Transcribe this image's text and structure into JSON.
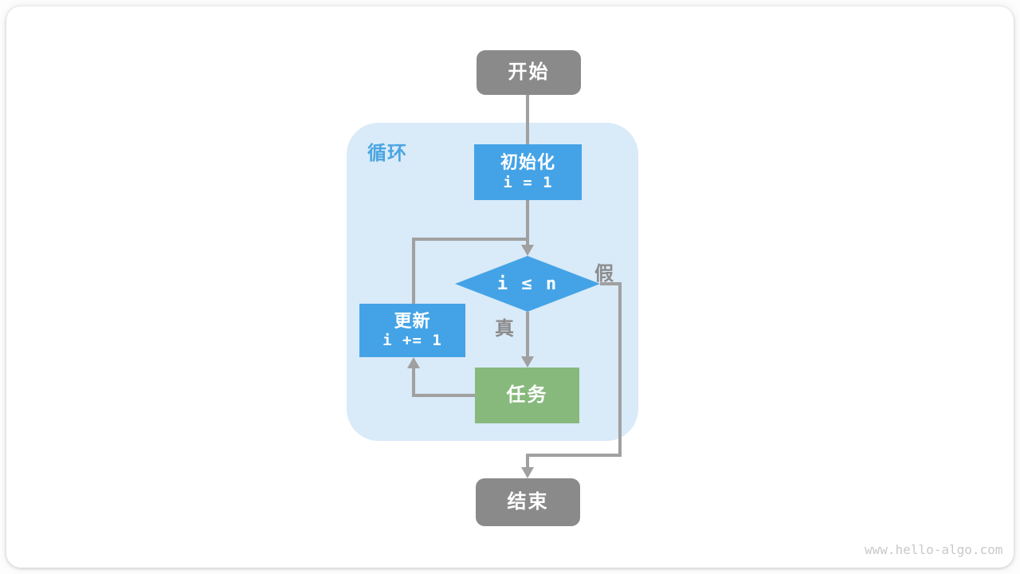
{
  "diagram": {
    "loop_label": "循环",
    "nodes": {
      "start": {
        "label": "开始"
      },
      "init": {
        "title": "初始化",
        "code": "i = 1"
      },
      "condition": {
        "label": "i ≤ n"
      },
      "update": {
        "title": "更新",
        "code": "i += 1"
      },
      "task": {
        "label": "任务"
      },
      "end": {
        "label": "结束"
      }
    },
    "edges": {
      "true_label": "真",
      "false_label": "假"
    },
    "colors": {
      "process_blue": "#44A3E6",
      "task_green": "#87B97C",
      "terminal_gray": "#8A8A8A",
      "loop_bg": "#D9EAF8",
      "line_gray": "#A0A0A0",
      "edge_label_gray": "#8C8C8C",
      "loop_label_blue": "#4AA5E2",
      "watermark_gray": "#C9C9C9"
    },
    "watermark": "www.hello-algo.com"
  }
}
